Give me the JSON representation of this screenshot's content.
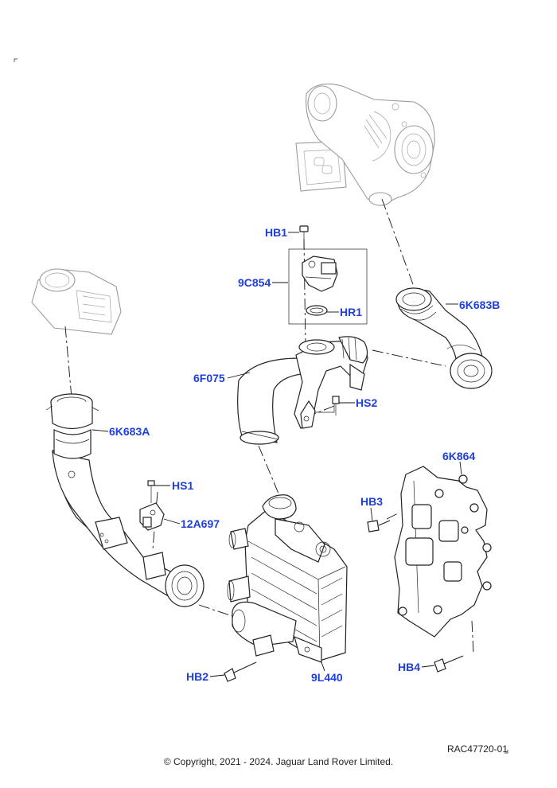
{
  "labels": {
    "hb1": "HB1",
    "part_9c854": "9C854",
    "hr1": "HR1",
    "part_6k683b": "6K683B",
    "part_6f075": "6F075",
    "hs2": "HS2",
    "part_6k683a": "6K683A",
    "part_6k864": "6K864",
    "hs1": "HS1",
    "hb3": "HB3",
    "part_12a697": "12A697",
    "hb2": "HB2",
    "part_9l440": "9L440",
    "hb4": "HB4"
  },
  "footer": {
    "reference": "RAC47720-01",
    "copyright": "© Copyright, 2021 - 2024. Jaguar Land Rover Limited."
  },
  "colors": {
    "label": "#1f3fd8",
    "line": "#222222",
    "ghost": "#9a9a9a"
  }
}
